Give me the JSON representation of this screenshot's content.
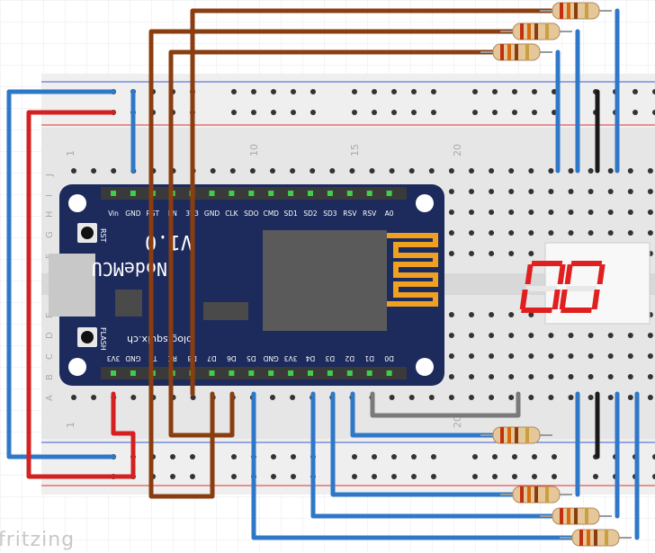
{
  "breadboard": {
    "column_numbers": [
      "1",
      "10",
      "15",
      "20"
    ],
    "row_letters_top": [
      "J",
      "I",
      "H",
      "G",
      "F"
    ],
    "row_letters_bottom": [
      "E",
      "D",
      "C",
      "B",
      "A"
    ]
  },
  "nodemcu": {
    "pins_top": [
      "Vin",
      "GND",
      "RST",
      "EN",
      "3V3",
      "GND",
      "CLK",
      "SDO",
      "CMD",
      "SD1",
      "SD2",
      "SD3",
      "RSV",
      "RSV",
      "A0"
    ],
    "pins_bottom": [
      "3V3",
      "GND",
      "TX",
      "RX",
      "D8",
      "D7",
      "D6",
      "D5",
      "GND",
      "3V3",
      "D4",
      "D3",
      "D2",
      "D1",
      "D0"
    ],
    "title": "NodeMCU",
    "version": "V1.0",
    "website": "blog.squix.ch",
    "rst_label": "RST",
    "flash_label": "FLASH",
    "colors": {
      "board": "#1d2a5c",
      "shield": "#5a5a5a",
      "header": "#3a3a3a"
    }
  },
  "seven_segment": {
    "digit": "0",
    "segment_color": "#e02020"
  },
  "wire_colors": {
    "blue": "#2f78c8",
    "red": "#d42020",
    "brown": "#8a3e10",
    "black": "#1a1a1a",
    "gray": "#7a7a7a"
  },
  "watermark": "fritzing"
}
